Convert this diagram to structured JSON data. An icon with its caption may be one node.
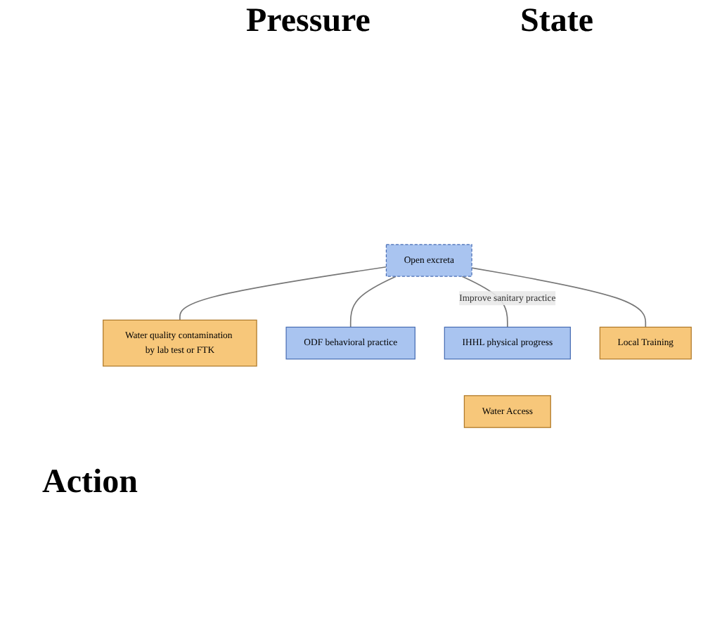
{
  "diagram": {
    "nodes": [
      {
        "text": [
          "Open excreta"
        ]
      },
      {
        "text": [
          "Water quality contamination by lab test or FTK"
        ]
      },
      {
        "text": [
          "ODF behavioral practice"
        ]
      },
      {
        "text": [
          "IHHL physical progress"
        ]
      },
      {
        "text": [
          "Local Training"
        ]
      },
      {
        "text": [
          "Water Access"
        ]
      }
    ],
    "edges": [
      {
        "from": 0,
        "to": 1,
        "arrow": "none"
      },
      {
        "from": 0,
        "to": 2,
        "arrow": "none"
      },
      {
        "from": 0,
        "to": 3,
        "arrow": "none",
        "label": "Improve sanitary practice"
      },
      {
        "from": 0,
        "to": 4,
        "arrow": "none"
      }
    ],
    "labels": [
      "Pressure",
      "State",
      "Action"
    ]
  }
}
